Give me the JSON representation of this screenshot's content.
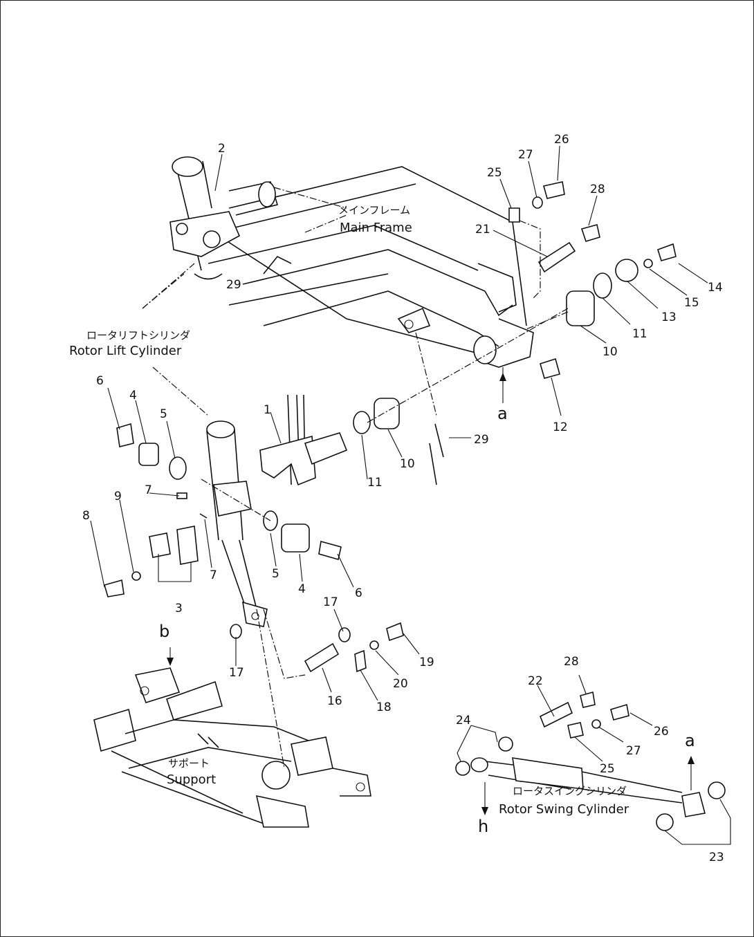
{
  "captions": {
    "main_frame_jp": "メインフレーム",
    "main_frame_en": "Main Frame",
    "rotor_lift_jp": "ロータリフトシリンダ",
    "rotor_lift_en": "Rotor Lift Cylinder",
    "support_jp": "サポート",
    "support_en": "Support",
    "rotor_swing_jp": "ロータスイングシリンダ",
    "rotor_swing_en": "Rotor Swing Cylinder"
  },
  "callouts": {
    "n1": "1",
    "n2": "2",
    "n3": "3",
    "n4": "4",
    "n5": "5",
    "n6": "6",
    "n7": "7",
    "n8": "8",
    "n9": "9",
    "n10": "10",
    "n11": "11",
    "n12": "12",
    "n13": "13",
    "n14": "14",
    "n15": "15",
    "n16": "16",
    "n17": "17",
    "n18": "18",
    "n19": "19",
    "n20": "20",
    "n21": "21",
    "n22": "22",
    "n23": "23",
    "n24": "24",
    "n25": "25",
    "n26": "26",
    "n27": "27",
    "n28": "28",
    "n29": "29",
    "a": "a",
    "b": "b",
    "h": "h"
  }
}
